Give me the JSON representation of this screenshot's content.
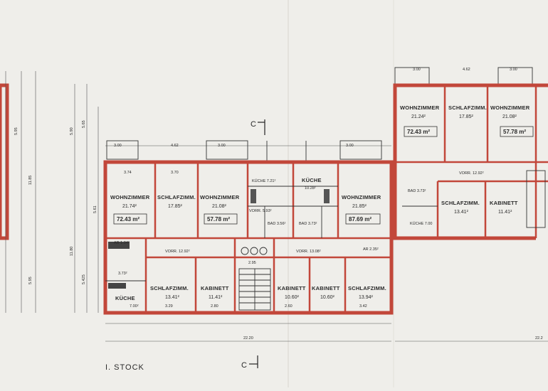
{
  "sheet": {
    "title": "I. STOCK",
    "section_marker": "C",
    "total_width": "22.20",
    "total_width_right": "22.2"
  },
  "left_unit": {
    "living": {
      "name": "WOHNZIMMER",
      "area": "21.74²",
      "boxed": "72.43 m²"
    },
    "bedroom_top": {
      "name": "SCHLAFZIMM.",
      "area": "17.85²"
    },
    "living2": {
      "name": "WOHNZIMMER",
      "area": "21.08²",
      "boxed": "57.78 m²"
    },
    "kitchen_top": {
      "name": "KÜCHE 7.21²"
    },
    "hall": {
      "name": "VORR. 12.92²"
    },
    "bedroom_bottom": {
      "name": "SCHLAFZIMM.",
      "area": "13.41²"
    },
    "cabinet": {
      "name": "KABINETT",
      "area": "11.41²"
    },
    "kitchen_bottom": {
      "name": "KÜCHE",
      "area": "7.00²"
    },
    "ar": "AR 1.34²",
    "bath": "3.73²"
  },
  "core": {
    "kitchen": {
      "name": "KÜCHE",
      "area": "10.28²"
    },
    "vorr_left": "VORR. 5.93²",
    "vorr_right": "VORR. 13.08²",
    "bad_left": "BAD 3.56²",
    "bad_right": "BAD 3.73²",
    "stair_number": "2.95"
  },
  "right_block": {
    "living": {
      "name": "WOHNZIMMER",
      "area": "21.85²",
      "boxed": "87.69 m²"
    },
    "cabinet1": {
      "name": "KABINETT",
      "area": "10.60²"
    },
    "cabinet2": {
      "name": "KABINETT",
      "area": "10.60²"
    },
    "bedroom": {
      "name": "SCHLAFZIMM.",
      "area": "13.94²"
    },
    "ar": "AR 2.35²"
  },
  "far_right": {
    "living_a": {
      "name": "WOHNZIMMER",
      "area": "21.24²",
      "boxed": "72.43 m²"
    },
    "bedroom_a": {
      "name": "SCHLAFZIMM.",
      "area": "17.85²"
    },
    "living_b": {
      "name": "WOHNZIMMER",
      "area": "21.08²",
      "boxed": "57.78 m²"
    },
    "hall": {
      "name": "VORR. 12.92²"
    },
    "bath": "BAD 3.73²",
    "kitchen": "KÜCHE 7.00",
    "bedroom_b": {
      "name": "SCHLAFZIMM.",
      "area": "13.41²"
    },
    "cabinet": {
      "name": "KABINETT",
      "area": "11.41²"
    }
  },
  "dims": {
    "d300": "3.00",
    "d462": "4.62",
    "d565": "5.65",
    "d590": "5.90",
    "d1180": "11.80",
    "d595": "5.95",
    "d374": "3.74",
    "d370": "3.70",
    "d329": "3.29",
    "d280": "2.80",
    "d260": "2.60",
    "d342": "3.42"
  }
}
